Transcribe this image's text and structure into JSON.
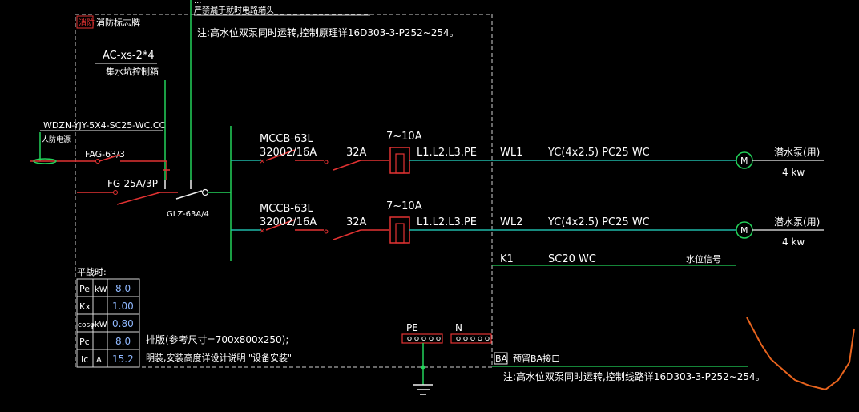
{
  "top": {
    "cut_line1": "...",
    "cut_line2": "严禁漏于就时电路端头",
    "note_top": "注:高水位双泵同时运转,控制原理详16D303-3-P252~254。"
  },
  "box": {
    "tag_fire": "消防",
    "tag_label": "消防标志牌",
    "cable_code": "AC-xs-2*4",
    "cable_desc": "集水坑控制箱"
  },
  "incoming": {
    "cable": "WDZN-YJY-5X4-SC25-WC.CC",
    "note": "人防电源",
    "switch1": "FAG-63/3",
    "switch2": "FG-25A/3P",
    "atse": "GLZ-63A/4"
  },
  "circuits": [
    {
      "breaker": "MCCB-63L",
      "setting": "32002/16A",
      "contactor": "32A",
      "relay": "7~10A",
      "phases": "L1.L2.L3.PE",
      "circuit_id": "WL1",
      "cable": "YC(4x2.5) PC25 WC",
      "motor_symbol": "M",
      "load_name": "潜水泵(用)",
      "load_power": "4 kw"
    },
    {
      "breaker": "MCCB-63L",
      "setting": "32002/16A",
      "contactor": "32A",
      "relay": "7~10A",
      "phases": "L1.L2.L3.PE",
      "circuit_id": "WL2",
      "cable": "YC(4x2.5) PC25 WC",
      "motor_symbol": "M",
      "load_name": "潜水泵(用)",
      "load_power": "4 kw"
    }
  ],
  "signal": {
    "id": "K1",
    "cable": "SC20 WC",
    "label": "水位信号"
  },
  "calc": {
    "title": "平战时:",
    "rows": [
      {
        "name": "Pe",
        "unit": "kW",
        "value": "8.0"
      },
      {
        "name": "Kx",
        "unit": "",
        "value": "1.00"
      },
      {
        "name": "cosφ",
        "unit": "kW",
        "value": "0.80"
      },
      {
        "name": "Pc",
        "unit": "",
        "value": "8.0"
      },
      {
        "name": "Ic",
        "unit": "A",
        "value": "15.2"
      }
    ]
  },
  "notes": {
    "panel_size": "排版(参考尺寸=700x800x250);",
    "install": "明装,安装高度详设计说明 \"设备安装\"",
    "pe": "PE",
    "n": "N",
    "ba_tag": "BA",
    "ba_text": "预留BA接口",
    "note_bottom": "注:高水位双泵同时运转,控制线路详16D303-3-P252~254。"
  },
  "colors": {
    "background": "#000000",
    "green": "#22d35a",
    "cyan": "#1fb8a8",
    "red": "#e23232",
    "orange": "#e8641e",
    "value_blue": "#8fb8ff"
  }
}
